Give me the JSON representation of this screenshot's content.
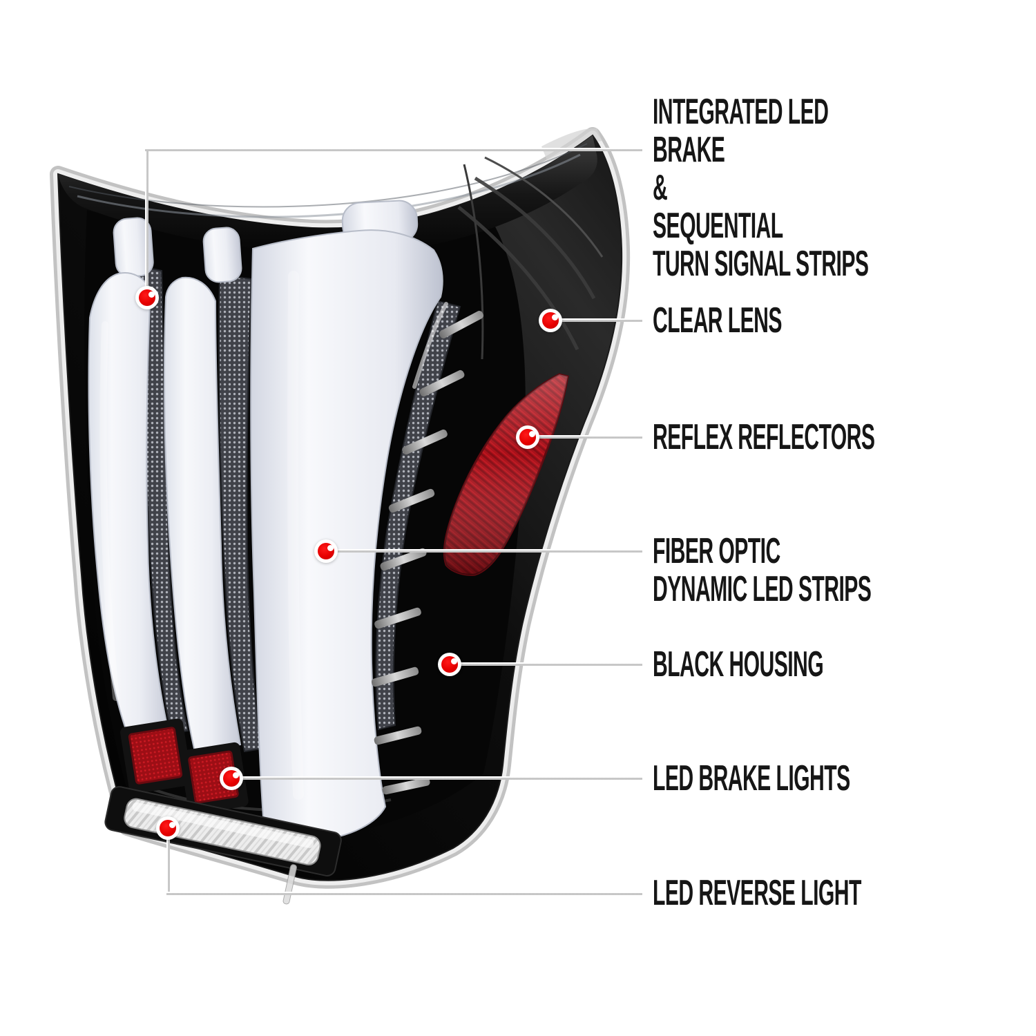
{
  "page": {
    "background": "#ffffff"
  },
  "illustration": {
    "name": "led-tail-light-rear-three-quarter-view",
    "parts": [
      "clear-lens-shell",
      "black-housing",
      "white-led-light-strips",
      "fiber-optic-mesh-strips",
      "reflex-reflector",
      "led-brake-light-lenses",
      "led-reverse-light-bar"
    ],
    "colors": {
      "housing_black": "#0c0c0c",
      "led_strip_white": "#eef0f6",
      "reflector_red": "#a81019",
      "brake_lens_red": "#9c0e15",
      "lens_rim_gray": "#d9d9d9"
    }
  },
  "callouts": [
    {
      "id": "integrated-led-brake-turn-signal",
      "label": "INTEGRATED LED BRAKE\n&\nSEQUENTIAL\nTURN SIGNAL STRIPS"
    },
    {
      "id": "clear-lens",
      "label": "CLEAR LENS"
    },
    {
      "id": "reflex-reflectors",
      "label": "REFLEX REFLECTORS"
    },
    {
      "id": "fiber-optic-dynamic-led-strips",
      "label": "FIBER OPTIC DYNAMIC LED STRIPS"
    },
    {
      "id": "black-housing",
      "label": "BLACK HOUSING"
    },
    {
      "id": "led-brake-lights",
      "label": "LED BRAKE LIGHTS"
    },
    {
      "id": "led-reverse-light",
      "label": "LED REVERSE LIGHT"
    }
  ],
  "colors": {
    "callout_dot": "#e60000",
    "callout_dot_ring": "#ffffff",
    "leader_line": "#c9c9c9",
    "label_text": "#161616"
  }
}
